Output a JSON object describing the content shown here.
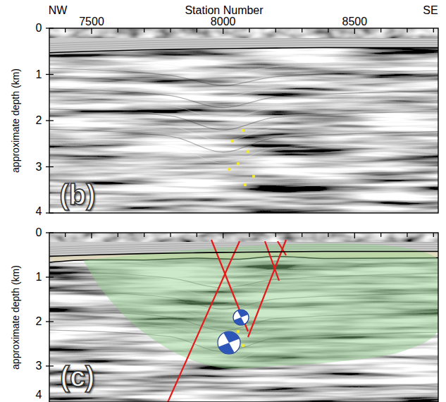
{
  "diagram": {
    "labels": [
      "NW",
      "Station Number",
      "SE",
      "7500",
      "8000",
      "8500",
      "0",
      "1",
      "2",
      "3",
      "4",
      "approximate depth (km)",
      "(b)",
      "0",
      "1",
      "2",
      "3",
      "4",
      "approximate depth (km)",
      "(c)"
    ]
  }
}
